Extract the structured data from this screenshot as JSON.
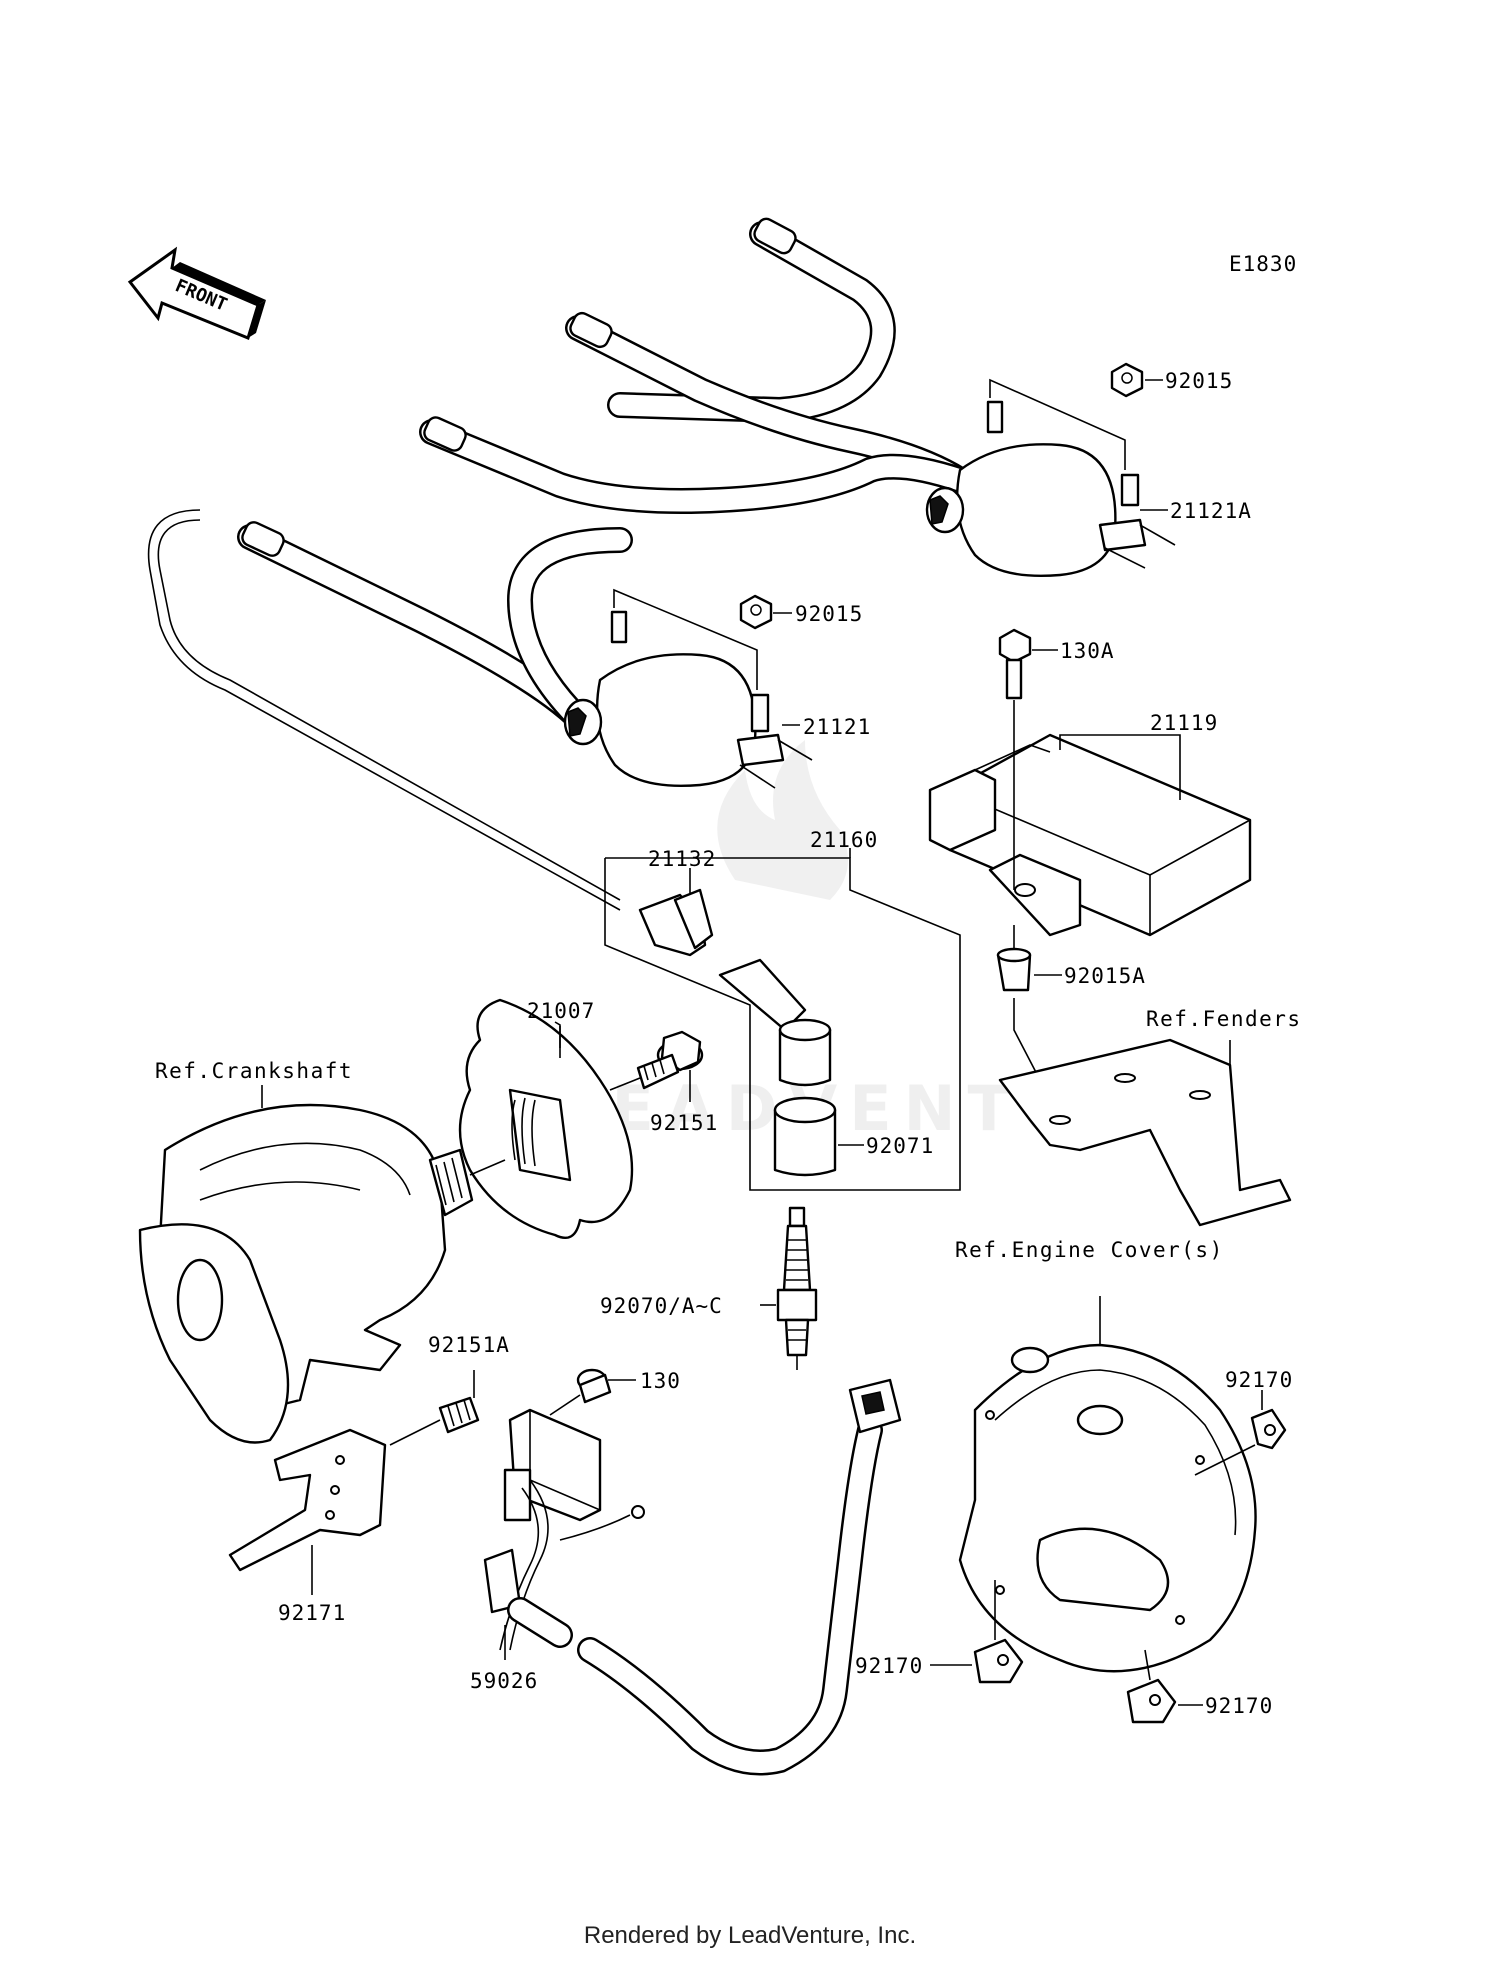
{
  "diagram": {
    "code": "E1830",
    "front_label": "FRONT",
    "watermark": "LEADVENTURE",
    "refs": {
      "crankshaft": "Ref.Crankshaft",
      "fenders": "Ref.Fenders",
      "engine_cover": "Ref.Engine Cover(s)"
    },
    "parts": {
      "nut_upper": "92015",
      "coil_upper": "21121A",
      "nut_lower": "92015",
      "coil_lower": "21121",
      "bolt_130a": "130A",
      "igniter": "21119",
      "plug_cap_set": "21160",
      "cap_part": "21132",
      "rotor_plate": "21007",
      "bolt_rotor": "92151",
      "collar": "92015A",
      "seal": "92071",
      "spark_plug": "92070/A~C",
      "bolt_small": "92151A",
      "bolt_130": "130",
      "clamp_right": "92170",
      "clamp_bottom_left": "92170",
      "clamp_bottom_right": "92170",
      "bracket": "92171",
      "pickup_coil": "59026"
    }
  },
  "footer": "Rendered by LeadVenture, Inc."
}
